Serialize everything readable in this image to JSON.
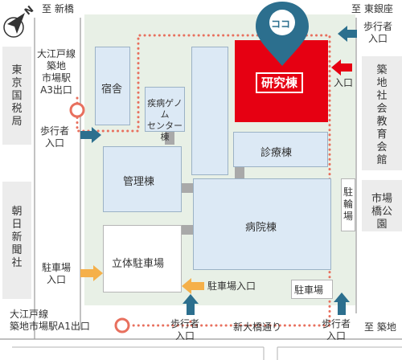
{
  "colors": {
    "site_bg": "#e8f0e6",
    "building": "#dce9f5",
    "building_border": "#9bb2c6",
    "highlight": "#e60012",
    "route": "#e8705e",
    "pedestrian_arrow": "#2c6f8e",
    "vehicle_arrow": "#f5b04a",
    "side_block": "#ececec"
  },
  "compass": {
    "north_label": "N",
    "icon": "compass-arrow-icon"
  },
  "directions": {
    "to_shinbashi": "至 新橋",
    "to_higashiginza": "至 東銀座",
    "to_tsukiji": "至 築地",
    "street_name": "新大橋通り"
  },
  "side_blocks": {
    "tax_office": "東京国税局",
    "asahi": "朝日新聞社",
    "social_hall": "築地社会教育会館",
    "market_park": "市場橋公園"
  },
  "stations": {
    "a3_exit": [
      "大江戸線",
      "築地",
      "市場駅",
      "A3出口"
    ],
    "a1_exit": [
      "大江戸線",
      "築地市場駅A1出口"
    ]
  },
  "buildings": {
    "dormitory": "宿舎",
    "disease_genome": [
      "疾病ゲノム",
      "センター棟"
    ],
    "research": "研究棟",
    "clinic": "診療棟",
    "administration": "管理棟",
    "hospital": "病院棟",
    "parking_structure": "立体駐車場",
    "bicycle_parking": "駐輪場",
    "parking": "駐車場"
  },
  "marker": {
    "label": "ココ",
    "icon": "location-pin-icon"
  },
  "entrances": {
    "pedestrian_top_right": [
      "歩行者",
      "入口"
    ],
    "pedestrian_left": [
      "歩行者",
      "入口"
    ],
    "pedestrian_bottom": [
      "歩行者",
      "入口"
    ],
    "pedestrian_bottom_right": [
      "歩行者",
      "入口"
    ],
    "research_entrance": "入口",
    "parking_entrance_left": [
      "駐車場",
      "入口"
    ],
    "parking_entrance": "駐車場入口"
  }
}
